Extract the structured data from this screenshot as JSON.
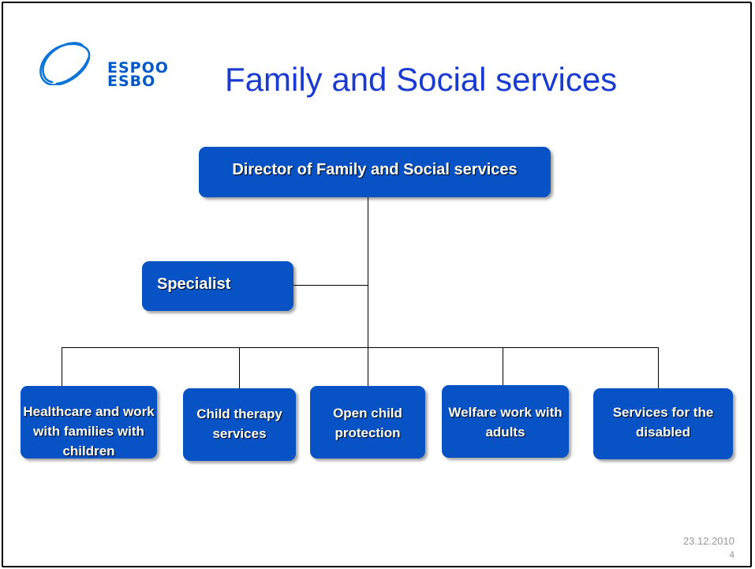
{
  "logo": {
    "line1": "ESPOO",
    "line2": "ESBO",
    "color": "#0057c8"
  },
  "title": "Family and Social services",
  "org": {
    "director": "Director of Family and Social services",
    "specialist": "Specialist",
    "units": [
      "Healthcare and work with families with children",
      "Child therapy services",
      "Open child protection",
      "Welfare work with adults",
      "Services for the disabled"
    ],
    "box_color": "#0752c4"
  },
  "footer": {
    "date": "23.12.2010",
    "page": "4"
  }
}
